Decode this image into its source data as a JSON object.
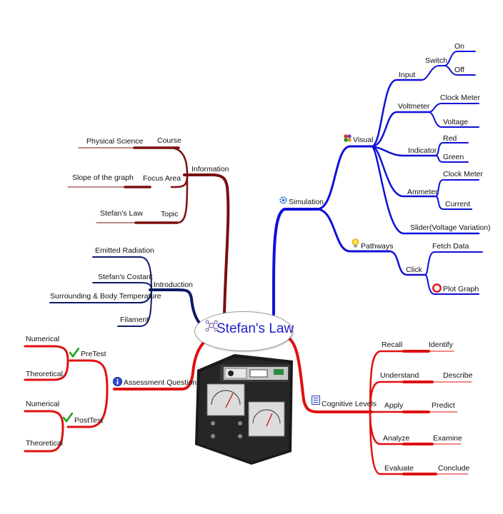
{
  "center": {
    "title": "Stefan's Law",
    "icon": "mindmap-icon"
  },
  "information": {
    "label": "Information",
    "course": {
      "label": "Course",
      "value": "Physical Science"
    },
    "focus_area": {
      "label": "Focus Area",
      "value": "Slope of the graph"
    },
    "topic": {
      "label": "Topic",
      "value": "Stefan's Law"
    }
  },
  "introduction": {
    "label": "Introduction",
    "items": [
      "Emitted Radiation",
      "Stefan's Costant",
      "Surrounding & Body Temperature",
      "Filament"
    ]
  },
  "assessment": {
    "label": "Assessment Question",
    "icon": "info-icon",
    "pretest": {
      "label": "PreTest",
      "items": [
        "Numerical",
        "Theoretical"
      ]
    },
    "posttest": {
      "label": "PostTest",
      "items": [
        "Numerical",
        "Theoretical"
      ]
    }
  },
  "simulation": {
    "label": "Simulation",
    "icon": "gear-icon",
    "visual": {
      "label": "Visual",
      "icon": "flower-icon",
      "input": {
        "label": "Input",
        "switch": {
          "label": "Switch",
          "items": [
            "On",
            "Off"
          ]
        }
      },
      "voltmeter": {
        "label": "Voltmeter",
        "items": [
          "Clock Meter",
          "Voltage"
        ]
      },
      "indicator": {
        "label": "Indicator",
        "items": [
          "Red",
          "Green"
        ]
      },
      "ammeter": {
        "label": "Ammeter",
        "items": [
          "Clock Meter",
          "Current"
        ]
      },
      "slider": {
        "label": "Slider(Voltage Variation)"
      }
    },
    "pathways": {
      "label": "Pathways",
      "icon": "lightbulb-icon",
      "click": {
        "label": "Click",
        "items": [
          "Fetch Data",
          "Plot Graph"
        ]
      }
    }
  },
  "cognitive": {
    "label": "Cognitive Levels",
    "icon": "list-icon",
    "levels": [
      {
        "level": "Recall",
        "verb": "Identify"
      },
      {
        "level": "Understand",
        "verb": "Describe"
      },
      {
        "level": "Apply",
        "verb": "Predict"
      },
      {
        "level": "Analyze",
        "verb": "Examine"
      },
      {
        "level": "Evaluate",
        "verb": "Conclude"
      }
    ]
  },
  "colors": {
    "maroon": "#7b0f0f",
    "navy": "#0d1a66",
    "red": "#e01010",
    "blue": "#1010d8",
    "title": "#1f1fc8"
  }
}
